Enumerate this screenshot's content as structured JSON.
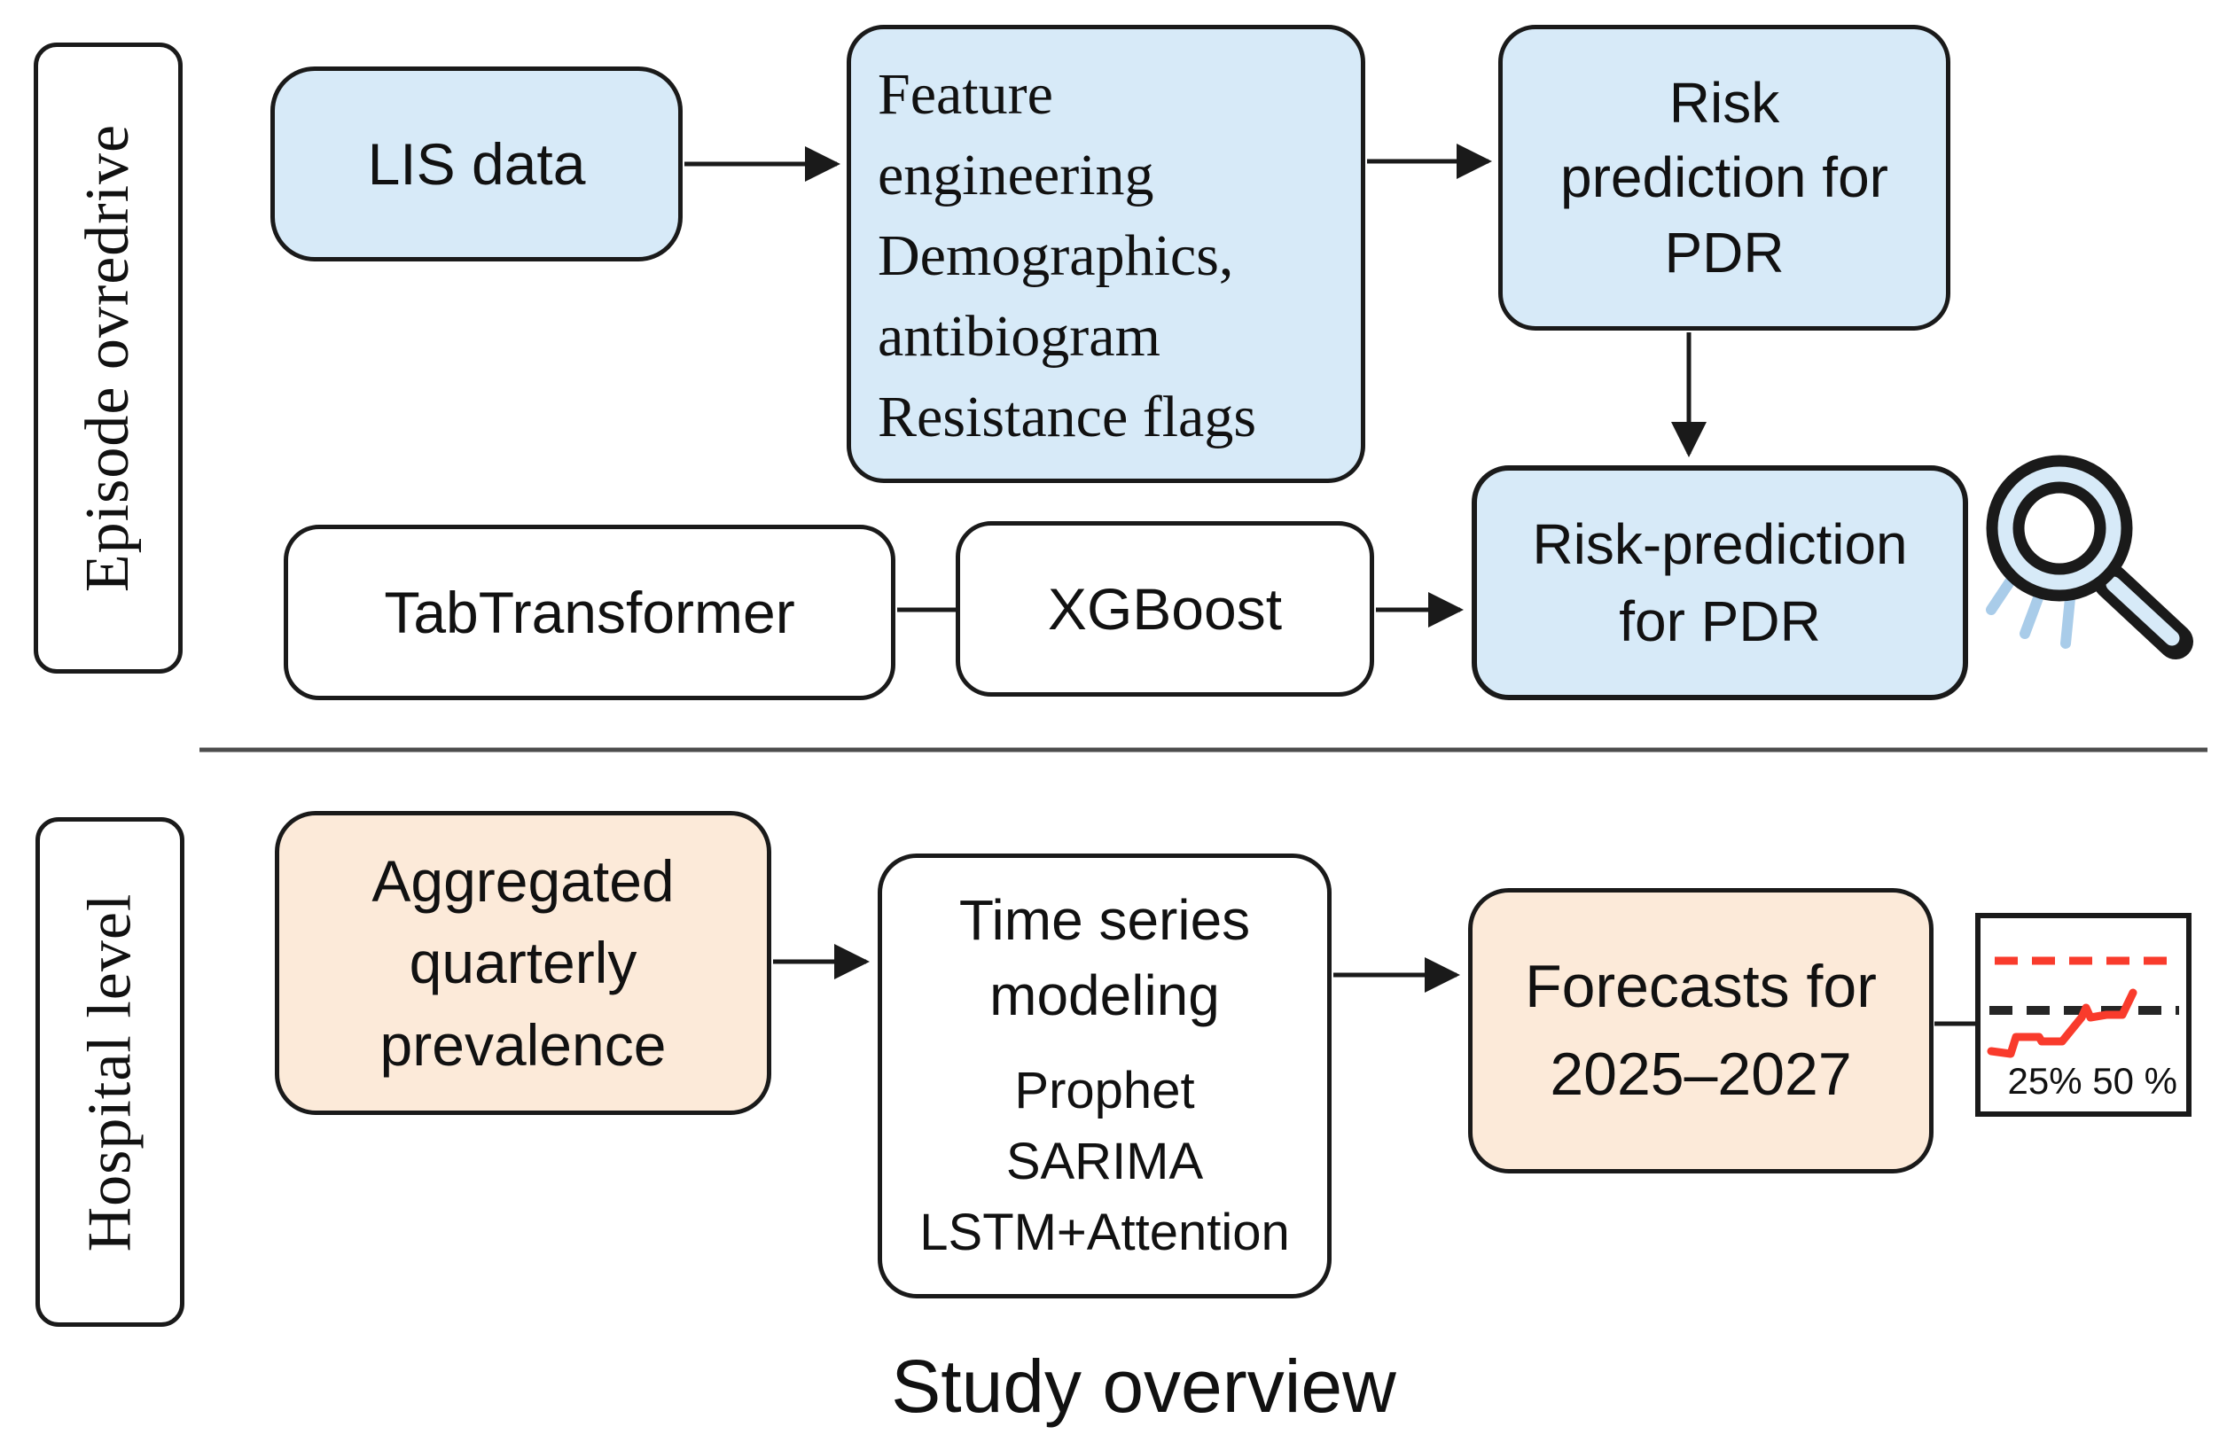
{
  "caption": "Study overview",
  "colors": {
    "box_blue": "#d7eaf8",
    "box_peach": "#fcead9",
    "border_dark": "#1a1a1a",
    "accent_red": "#f93b2c",
    "ray_blue": "#a9cce9",
    "divider_gray": "#4d4d4d"
  },
  "sections": {
    "episode": {
      "label": "Episode ovredrive",
      "lis_box": "LIS data",
      "feature_box_lines": [
        "Feature",
        "engineering",
        "Demographics,",
        "antibiogram",
        "Resistance flags"
      ],
      "risk_top_lines": [
        "Risk",
        "prediction for",
        "PDR"
      ],
      "tabtransformer_box": "TabTransformer",
      "xgboost_box": "XGBoost",
      "risk_bottom_lines": [
        "Risk-prediction",
        "for PDR"
      ]
    },
    "hospital": {
      "label": "Hospital level",
      "aggregated_lines": [
        "Aggregated",
        "quarterly",
        "prevalence"
      ],
      "timeseries_title_lines": [
        "Time series",
        "modeling"
      ],
      "timeseries_models": [
        "Prophet",
        "SARIMA",
        "LSTM+Attention"
      ],
      "forecast_lines": [
        "Forecasts for",
        "2025–2027"
      ],
      "mini_chart_label": "25% 50 %"
    }
  },
  "icons": {
    "magnifier": "magnifier-icon",
    "mini_chart": "forecast-chart-icon"
  }
}
